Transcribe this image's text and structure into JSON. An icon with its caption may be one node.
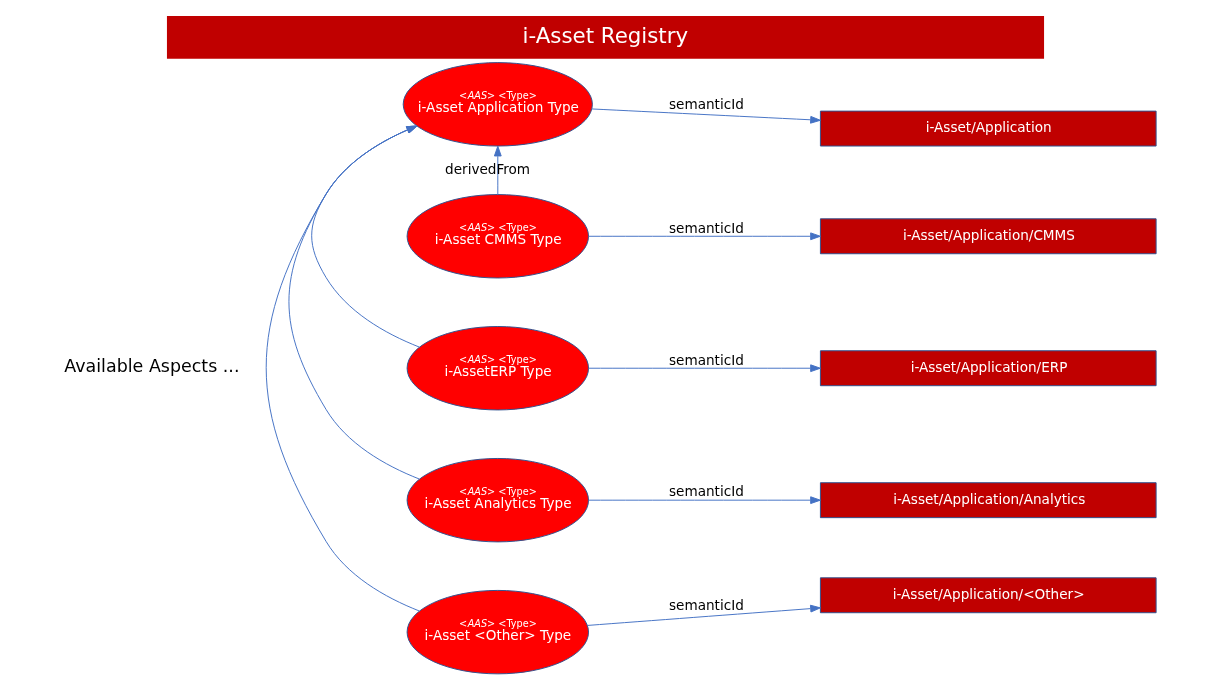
{
  "diagram": {
    "title": "i-Asset Registry",
    "nodes": [
      {
        "text": [
          "<*AAS*> <Type>",
          "i-Asset Application Type"
        ]
      },
      {
        "text": [
          "i-Asset/Application"
        ]
      },
      {
        "text": [
          "<*AAS*> <Type>",
          "i-Asset CMMS Type"
        ]
      },
      {
        "text": [
          "i-Asset/Application/CMMS"
        ]
      },
      {
        "text": [
          "<*AAS*> <Type>",
          "i-AssetERP Type"
        ]
      },
      {
        "text": [
          "i-Asset/Application/ERP"
        ]
      },
      {
        "text": [
          "<*AAS*> <Type>",
          "i-Asset Analytics Type"
        ]
      },
      {
        "text": [
          "i-Asset/Application/Analytics"
        ]
      },
      {
        "text": [
          "<*AAS*> <Type>",
          "i-Asset <Other> Type"
        ]
      },
      {
        "text": [
          "i-Asset/Application/<Other>"
        ]
      }
    ],
    "edges": [
      {
        "from": 0,
        "to": 1,
        "label": "semanticId",
        "arrow": "to"
      },
      {
        "from": 2,
        "to": 0,
        "label": "derivedFrom",
        "arrow": "to"
      },
      {
        "from": 4,
        "to": 0,
        "arrow": "to"
      },
      {
        "from": 6,
        "to": 0,
        "arrow": "to"
      },
      {
        "from": 8,
        "to": 0,
        "arrow": "to"
      },
      {
        "from": 2,
        "to": 3,
        "label": "semanticId",
        "arrow": "to"
      },
      {
        "from": 4,
        "to": 5,
        "label": "semanticId",
        "arrow": "to"
      },
      {
        "from": 6,
        "to": 7,
        "label": "semanticId",
        "arrow": "to"
      },
      {
        "from": 8,
        "to": 9,
        "label": "semanticId",
        "arrow": "to"
      }
    ],
    "labels": [
      "Available Aspects ..."
    ]
  }
}
